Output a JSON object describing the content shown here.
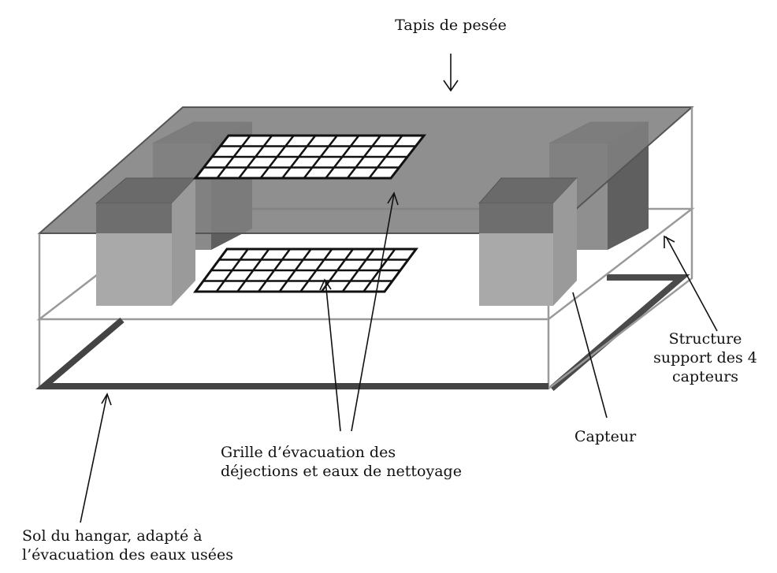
{
  "labels": {
    "top": "Tapis de pesée",
    "structure": [
      "Structure",
      "support des 4",
      "capteurs"
    ],
    "capteur": "Capteur",
    "grille": [
      "Grille d’évacuation des",
      "déjections et eaux de nettoyage"
    ],
    "sol": [
      "Sol du hangar, adapté à",
      "l’évacuation des eaux usées"
    ]
  },
  "colors": {
    "background": "#ffffff",
    "platform_top": "#8c8c8c",
    "block_top": "#666666",
    "block_side": "#5a5a5a",
    "block_front_upper": "#7a7a7a",
    "block_front_lower": "#a6a6a6",
    "grid_stroke": "#111111",
    "floor_channel": "#444444",
    "outline": "#9a9a9a",
    "arrow": "#111111"
  }
}
